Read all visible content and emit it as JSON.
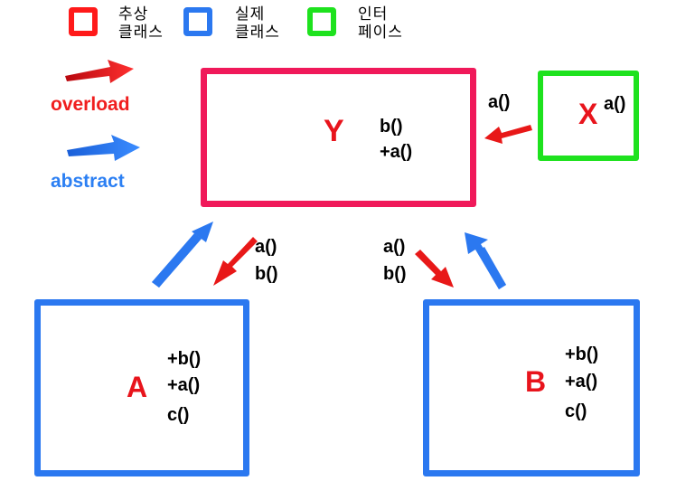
{
  "legend": {
    "abstract_class": {
      "line1": "추상",
      "line2": "클래스",
      "color": "#ff1a1a"
    },
    "concrete_class": {
      "line1": "실제",
      "line2": "클래스",
      "color": "#2b78f0"
    },
    "interface": {
      "line1": "인터",
      "line2": "페이스",
      "color": "#1ee21e"
    },
    "overload_label": "overload",
    "overload_color": "#f01e1e",
    "abstract_label": "abstract",
    "abstract_color": "#2b7ff3"
  },
  "classes": {
    "Y": {
      "name": "Y",
      "kind": "abstract",
      "methods": [
        "b()",
        "+a()"
      ],
      "color": "#f0195a"
    },
    "X": {
      "name": "X",
      "kind": "interface",
      "methods": [
        "a()"
      ],
      "color": "#1ee21e"
    },
    "A": {
      "name": "A",
      "kind": "concrete",
      "methods": [
        "+b()",
        "+a()",
        "c()"
      ],
      "color": "#2b78f0"
    },
    "B": {
      "name": "B",
      "kind": "concrete",
      "methods": [
        "+b()",
        "+a()",
        "c()"
      ],
      "color": "#2b78f0"
    }
  },
  "edges": {
    "x_to_y": {
      "type": "overload",
      "label": "a()"
    },
    "y_to_a": {
      "type": "overload",
      "label1": "a()",
      "label2": "b()"
    },
    "y_to_b": {
      "type": "overload",
      "label1": "a()",
      "label2": "b()"
    },
    "a_to_y": {
      "type": "abstract"
    },
    "b_to_y": {
      "type": "abstract"
    }
  }
}
